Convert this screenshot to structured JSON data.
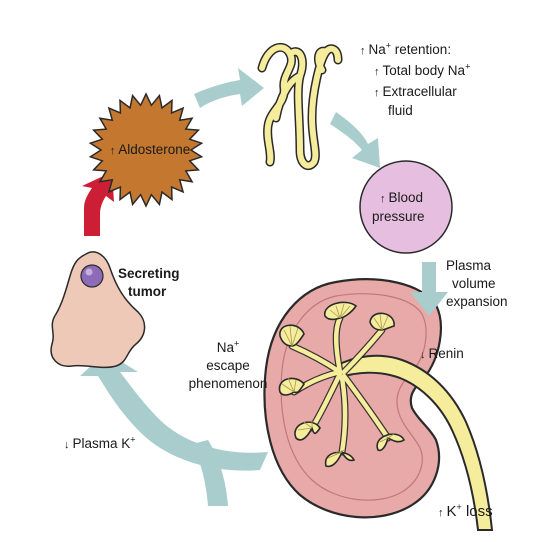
{
  "colors": {
    "flow_arrow": "#a9cdcd",
    "tumor_arrow": "#cc1f36",
    "aldosterone_fill": "#c4772f",
    "blood_pressure_fill": "#e6bfe0",
    "kidney_fill": "#e8a9a9",
    "kidney_tissue": "#f5ec9c",
    "tumor_fill": "#efc9b8",
    "tumor_nucleus": "#8e6bb8"
  },
  "icons": [
    "up-arrow-icon",
    "down-arrow-icon"
  ],
  "labels": {
    "aldosterone": {
      "arrow": "↑",
      "text": "Aldosterone"
    },
    "na_retention": {
      "arrow": "↑",
      "prefix": "Na",
      "sup": "+",
      "suffix": " retention:",
      "lines": [
        {
          "arrow": "↑",
          "prefix": "Total body Na",
          "sup": "+",
          "suffix": ""
        },
        {
          "arrow": "↑",
          "prefix": "Extracellular",
          "sup": "",
          "suffix": ""
        }
      ],
      "continuation": "fluid"
    },
    "blood_pressure": {
      "arrow": "↑",
      "line1": "Blood",
      "line2": "pressure"
    },
    "plasma_volume": {
      "line1": "Plasma",
      "line2": "volume",
      "line3": "expansion"
    },
    "renin": {
      "arrow": "↓",
      "text": "Renin"
    },
    "k_loss": {
      "arrow": "↑",
      "prefix": "K",
      "sup": "+",
      "suffix": " loss"
    },
    "plasma_k": {
      "arrow": "↓",
      "prefix": "Plasma K",
      "sup": "+",
      "suffix": ""
    },
    "na_escape": {
      "prefix": "Na",
      "sup": "+",
      "line2": "escape",
      "line3": "phenomenon"
    },
    "secreting_tumor": {
      "line1": "Secreting",
      "line2": "tumor"
    }
  }
}
